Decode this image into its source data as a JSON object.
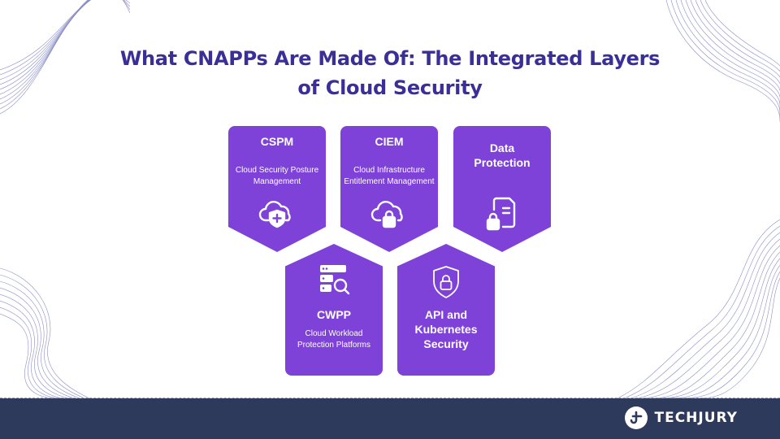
{
  "title_line1": "What CNAPPs Are Made Of: The Integrated Layers",
  "title_line2": "of Cloud Security",
  "cards": [
    {
      "title": "CSPM",
      "desc": "Cloud Security Posture Management",
      "icon": "cloud-shield-icon"
    },
    {
      "title": "CIEM",
      "desc": "Cloud Infrastructure Entitlement Management",
      "icon": "cloud-lock-icon"
    },
    {
      "title": "Data Protection",
      "desc": "",
      "icon": "document-lock-icon"
    },
    {
      "title": "CWPP",
      "desc": "Cloud Workload Protection Platforms",
      "icon": "server-search-icon"
    },
    {
      "title": "API and Kubernetes Security",
      "desc": "",
      "icon": "shield-lock-icon"
    }
  ],
  "brand": "TECHJURY",
  "colors": {
    "card": "#7e42d9",
    "title": "#3a2f99",
    "footer": "#2e3a5c"
  }
}
